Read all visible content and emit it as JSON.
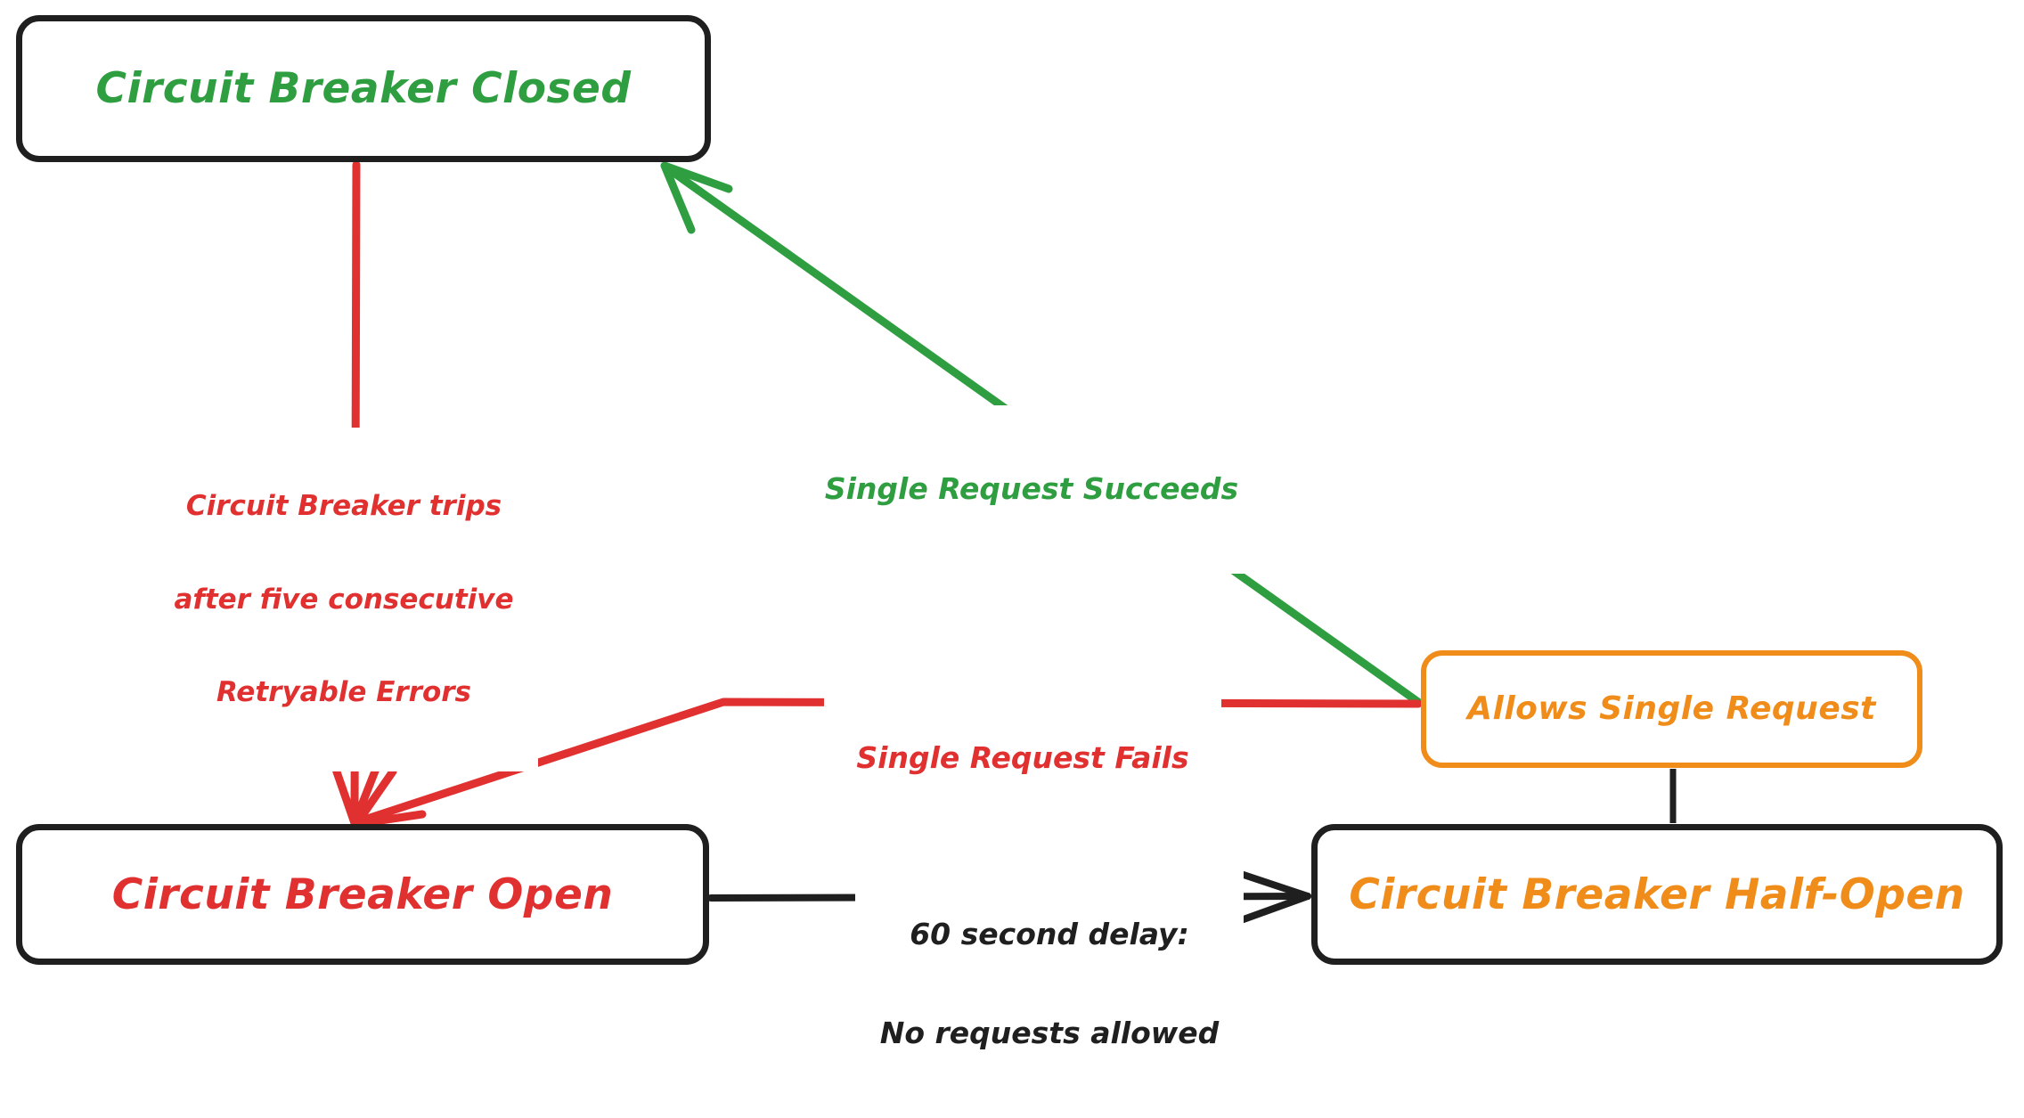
{
  "diagram": {
    "type": "state-diagram",
    "title": "Circuit Breaker State Diagram",
    "background_color": "#ffffff",
    "colors": {
      "green": "#2E9E41",
      "red": "#E03030",
      "orange": "#F08C1A",
      "black": "#1f1f1f"
    },
    "nodes": [
      {
        "id": "closed",
        "label": "Circuit Breaker Closed",
        "text_color": "#2E9E41",
        "border_color": "#1f1f1f",
        "shape": "rounded-rectangle"
      },
      {
        "id": "open",
        "label": "Circuit Breaker Open",
        "text_color": "#E03030",
        "border_color": "#1f1f1f",
        "shape": "rounded-rectangle"
      },
      {
        "id": "allows",
        "label": "Allows Single Request",
        "text_color": "#F08C1A",
        "border_color": "#F08C1A",
        "shape": "rounded-rectangle"
      },
      {
        "id": "halfopen",
        "label": "Circuit Breaker Half-Open",
        "text_color": "#F08C1A",
        "border_color": "#1f1f1f",
        "shape": "rounded-rectangle"
      }
    ],
    "edges": [
      {
        "id": "trips",
        "from": "closed",
        "to": "open",
        "color": "#E03030",
        "arrowhead": true,
        "label": "Circuit Breaker trips\nafter five consecutive\nRetryable Errors",
        "label_color": "#E03030"
      },
      {
        "id": "succeeds",
        "from": "allows",
        "to": "closed",
        "color": "#2E9E41",
        "arrowhead": true,
        "label": "Single Request Succeeds",
        "label_color": "#2E9E41"
      },
      {
        "id": "fails",
        "from": "allows",
        "to": "open",
        "color": "#E03030",
        "arrowhead": true,
        "label": "Single Request Fails",
        "label_color": "#E03030"
      },
      {
        "id": "delay",
        "from": "open",
        "to": "halfopen",
        "color": "#1f1f1f",
        "arrowhead": true,
        "label": "60 second delay:\nNo requests allowed",
        "label_color": "#1f1f1f"
      },
      {
        "id": "halfopen-contains-allows",
        "from": "halfopen",
        "to": "allows",
        "color": "#1f1f1f",
        "arrowhead": false,
        "label": "",
        "label_color": "#1f1f1f"
      }
    ],
    "labels": {
      "trips_line1": "Circuit Breaker trips",
      "trips_line2": "after five consecutive",
      "trips_line3": "Retryable Errors",
      "succeeds": "Single Request Succeeds",
      "fails": "Single Request Fails",
      "delay_line1": "60 second delay:",
      "delay_line2": "No requests allowed"
    }
  }
}
